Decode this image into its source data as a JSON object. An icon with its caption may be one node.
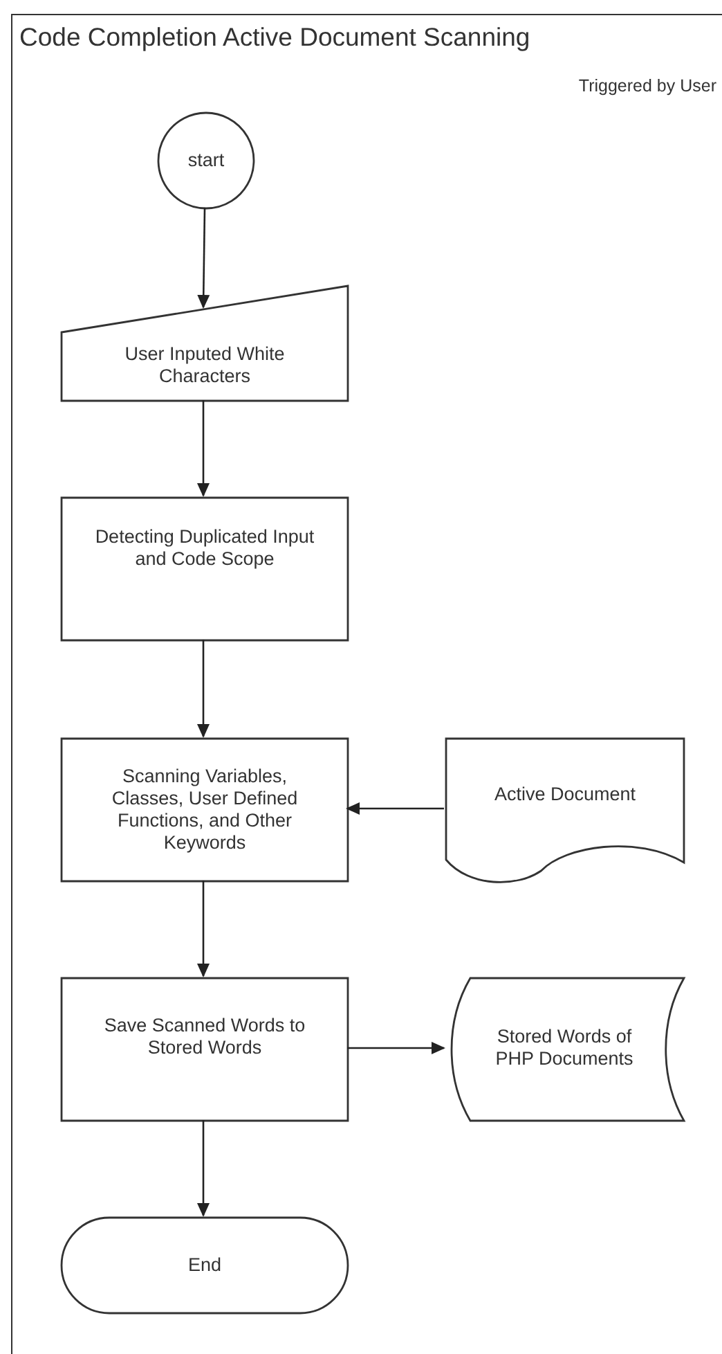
{
  "diagram": {
    "nodes": [
      {
        "text": [
          "Code Completion Active Document Scanning",
          "Triggered by User"
        ]
      },
      {
        "text": [
          "start"
        ],
        "in": 0
      },
      {
        "text": [
          "User Inputed White Characters"
        ],
        "in": 0
      },
      {
        "text": [
          "Detecting Duplicated Input and Code Scope"
        ],
        "in": 0
      },
      {
        "text": [
          "Scanning Variables, Classes, User Defined Functions, and Other Keywords"
        ],
        "in": 0
      },
      {
        "text": [
          "Active Document"
        ],
        "in": 0
      },
      {
        "text": [
          "Save Scanned Words to Stored Words"
        ],
        "in": 0
      },
      {
        "text": [
          "Stored Words of PHP Documents"
        ],
        "in": 0
      },
      {
        "text": [
          "End"
        ],
        "in": 0
      }
    ],
    "edges": [
      {
        "from": 1,
        "to": 2,
        "arrow": "to"
      },
      {
        "from": 2,
        "to": 3,
        "arrow": "to"
      },
      {
        "from": 3,
        "to": 4,
        "arrow": "to"
      },
      {
        "from": 5,
        "to": 4,
        "arrow": "to"
      },
      {
        "from": 4,
        "to": 6,
        "arrow": "to"
      },
      {
        "from": 6,
        "to": 7,
        "arrow": "to"
      },
      {
        "from": 6,
        "to": 8,
        "arrow": "to"
      }
    ]
  }
}
